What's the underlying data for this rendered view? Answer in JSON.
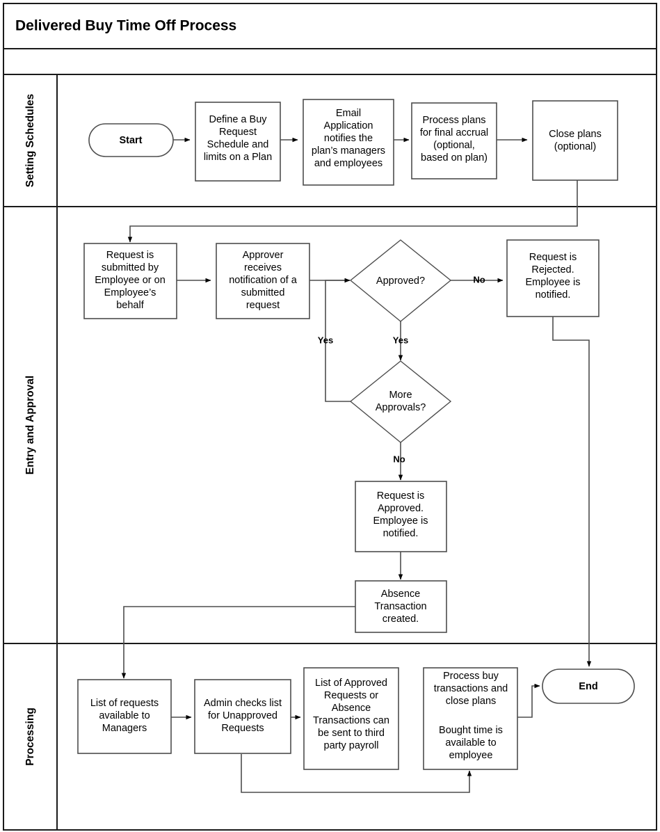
{
  "title": "Delivered Buy Time Off Process",
  "lanes": [
    {
      "id": "setting-schedules",
      "label": "Setting Schedules"
    },
    {
      "id": "entry-and-approval",
      "label": "Entry and Approval"
    },
    {
      "id": "processing",
      "label": "Processing"
    }
  ],
  "nodes": {
    "start": {
      "label": "Start",
      "shape": "terminator"
    },
    "define_schedule": {
      "l1": "Define a Buy",
      "l2": "Request",
      "l3": "Schedule and",
      "l4": "limits on a Plan",
      "shape": "process"
    },
    "email_notify": {
      "l1": "Email",
      "l2": "Application",
      "l3": "notifies the",
      "l4": "plan’s managers",
      "l5": "and employees",
      "shape": "process"
    },
    "process_plans": {
      "l1": "Process plans",
      "l2": "for final accrual",
      "l3": "(optional,",
      "l4": "based on plan)",
      "shape": "process"
    },
    "close_plans": {
      "l1": "Close plans",
      "l2": "(optional)",
      "shape": "process"
    },
    "request_submitted": {
      "l1": "Request is",
      "l2": "submitted by",
      "l3": "Employee or on",
      "l4": "Employee’s",
      "l5": "behalf",
      "shape": "process"
    },
    "approver_receives": {
      "l1": "Approver",
      "l2": "receives",
      "l3": "notification of a",
      "l4": "submitted",
      "l5": "request",
      "shape": "process"
    },
    "approved_decision": {
      "l1": "Approved?",
      "shape": "decision"
    },
    "request_rejected": {
      "l1": "Request is",
      "l2": "Rejected.",
      "l3": "Employee is",
      "l4": "notified.",
      "shape": "process"
    },
    "more_approvals_decision": {
      "l1": "More",
      "l2": "Approvals?",
      "shape": "decision"
    },
    "request_approved": {
      "l1": "Request is",
      "l2": "Approved.",
      "l3": "Employee is",
      "l4": "notified.",
      "shape": "process"
    },
    "absence_transaction": {
      "l1": "Absence",
      "l2": "Transaction",
      "l3": "created.",
      "shape": "process"
    },
    "list_requests_managers": {
      "l1": "List of requests",
      "l2": "available to",
      "l3": "Managers",
      "shape": "process"
    },
    "admin_checks": {
      "l1": "Admin checks list",
      "l2": "for Unapproved",
      "l3": "Requests",
      "shape": "process"
    },
    "list_approved": {
      "l1": "List of Approved",
      "l2": "Requests or",
      "l3": "Absence",
      "l4": "Transactions can",
      "l5": "be sent to third",
      "l6": "party payroll",
      "shape": "process"
    },
    "process_buy": {
      "l1": "Process buy",
      "l2": "transactions and",
      "l3": "close plans",
      "l4": "",
      "l5": "Bought time is",
      "l6": "available to",
      "l7": "employee",
      "shape": "process"
    },
    "end": {
      "label": "End",
      "shape": "terminator"
    }
  },
  "edge_labels": {
    "approved_no": "No",
    "approved_yes": "Yes",
    "more_approvals_yes": "Yes",
    "more_approvals_no": "No"
  },
  "colors": {
    "frame_stroke": "#1a1a1a",
    "node_stroke": "#4d4d4d",
    "node_fill": "#ffffff",
    "text": "#000000",
    "background": "#ffffff"
  }
}
